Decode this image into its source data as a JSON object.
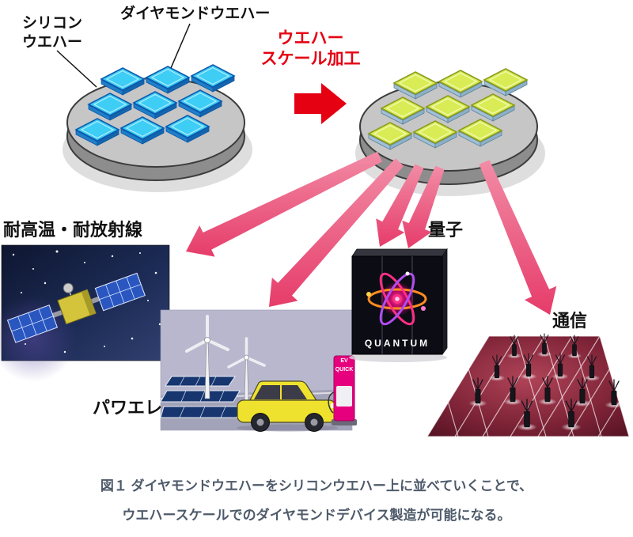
{
  "diagram": {
    "left_wafer": {
      "label_line1": "シリコン",
      "label_line2": "ウエハー",
      "chip_label": "ダイヤモンドウエハー",
      "chip_count": 9,
      "chip_color": "#3ecdf4"
    },
    "process_arrow": {
      "label_line1": "ウエハー",
      "label_line2": "スケール加工",
      "color": "#e50012"
    },
    "right_wafer": {
      "chip_count": 9,
      "chip_color": "#d9ec55"
    },
    "applications": [
      {
        "id": "satellite",
        "label": "耐高温・耐放射線"
      },
      {
        "id": "power-electronics",
        "label": "パワエレ",
        "charger_line1": "EV",
        "charger_line2": "QUICK"
      },
      {
        "id": "quantum-computer",
        "label": "量子",
        "machine_text": "QUANTUM"
      },
      {
        "id": "communication",
        "label": "通信"
      }
    ]
  },
  "caption": {
    "line1": "図１ ダイヤモンドウエハーをシリコンウエハー上に並べていくことで、",
    "line2": "ウエハースケールでのダイヤモンドデバイス製造が可能になる。"
  },
  "colors": {
    "accent_red": "#e50012",
    "arrow_pink": "#ec5f80",
    "chip_blue": "#3ecdf4",
    "chip_green": "#d9ec55",
    "caption_gray": "#4e5a6a"
  }
}
